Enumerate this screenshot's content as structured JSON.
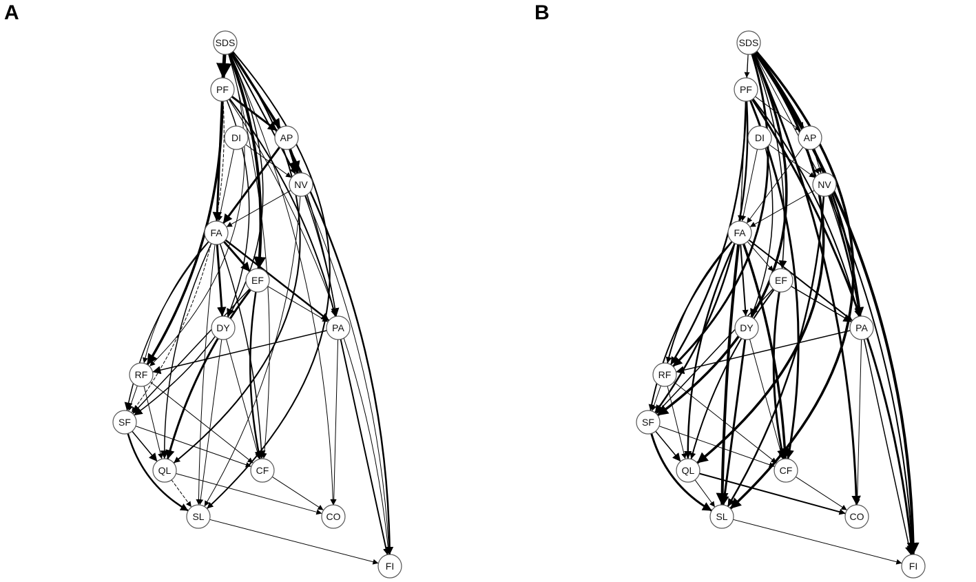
{
  "panels": [
    {
      "id": "A",
      "label": "A",
      "nodes": [
        "SDS",
        "PF",
        "DI",
        "AP",
        "NV",
        "FA",
        "EF",
        "DY",
        "PA",
        "RF",
        "SF",
        "QL",
        "CF",
        "SL",
        "CO",
        "FI"
      ],
      "edges": [
        {
          "from": "SDS",
          "to": "PF",
          "w": 5
        },
        {
          "from": "SDS",
          "to": "AP",
          "w": 3
        },
        {
          "from": "SDS",
          "to": "NV",
          "w": 2
        },
        {
          "from": "SDS",
          "to": "FA",
          "w": 2
        },
        {
          "from": "SDS",
          "to": "EF",
          "w": 4
        },
        {
          "from": "SDS",
          "to": "RF",
          "w": 1
        },
        {
          "from": "SDS",
          "to": "SF",
          "w": 1.5
        },
        {
          "from": "SDS",
          "to": "QL",
          "w": 2
        },
        {
          "from": "SDS",
          "to": "SL",
          "w": 2
        },
        {
          "from": "SDS",
          "to": "CO",
          "w": 1
        },
        {
          "from": "SDS",
          "to": "FI",
          "w": 2.5
        },
        {
          "from": "SDS",
          "to": "CF",
          "w": 1
        },
        {
          "from": "PF",
          "to": "AP",
          "w": 3
        },
        {
          "from": "PF",
          "to": "FA",
          "w": 3
        },
        {
          "from": "PF",
          "to": "RF",
          "w": 3.5
        },
        {
          "from": "PF",
          "to": "DY",
          "w": 1.5
        },
        {
          "from": "PF",
          "to": "SF",
          "w": 1,
          "dashed": true
        },
        {
          "from": "PF",
          "to": "PA",
          "w": 2
        },
        {
          "from": "PF",
          "to": "FI",
          "w": 1
        },
        {
          "from": "DI",
          "to": "FA",
          "w": 1
        },
        {
          "from": "DI",
          "to": "NV",
          "w": 1
        },
        {
          "from": "AP",
          "to": "NV",
          "w": 4
        },
        {
          "from": "AP",
          "to": "FA",
          "w": 3
        },
        {
          "from": "AP",
          "to": "PA",
          "w": 1.5
        },
        {
          "from": "NV",
          "to": "FA",
          "w": 1
        },
        {
          "from": "NV",
          "to": "PA",
          "w": 1.5
        },
        {
          "from": "NV",
          "to": "SL",
          "w": 1
        },
        {
          "from": "NV",
          "to": "FI",
          "w": 1
        },
        {
          "from": "FA",
          "to": "EF",
          "w": 3
        },
        {
          "from": "FA",
          "to": "PA",
          "w": 2.5
        },
        {
          "from": "FA",
          "to": "DY",
          "w": 3
        },
        {
          "from": "FA",
          "to": "RF",
          "w": 1
        },
        {
          "from": "FA",
          "to": "SF",
          "w": 1.5
        },
        {
          "from": "FA",
          "to": "QL",
          "w": 1.5
        },
        {
          "from": "FA",
          "to": "CF",
          "w": 1.5
        },
        {
          "from": "FA",
          "to": "SL",
          "w": 1
        },
        {
          "from": "EF",
          "to": "PA",
          "w": 1
        },
        {
          "from": "EF",
          "to": "SF",
          "w": 1.5
        },
        {
          "from": "EF",
          "to": "QL",
          "w": 3
        },
        {
          "from": "EF",
          "to": "CF",
          "w": 2.5
        },
        {
          "from": "DY",
          "to": "CF",
          "w": 1
        },
        {
          "from": "DY",
          "to": "SL",
          "w": 1
        },
        {
          "from": "PA",
          "to": "RF",
          "w": 1.5
        },
        {
          "from": "PA",
          "to": "CO",
          "w": 1
        },
        {
          "from": "PA",
          "to": "FI",
          "w": 2
        },
        {
          "from": "RF",
          "to": "SF",
          "w": 1
        },
        {
          "from": "RF",
          "to": "QL",
          "w": 1
        },
        {
          "from": "RF",
          "to": "CF",
          "w": 1
        },
        {
          "from": "SF",
          "to": "QL",
          "w": 1.5
        },
        {
          "from": "SF",
          "to": "CF",
          "w": 1
        },
        {
          "from": "SF",
          "to": "SL",
          "w": 2.5
        },
        {
          "from": "QL",
          "to": "SL",
          "w": 1,
          "dashed": true
        },
        {
          "from": "QL",
          "to": "CO",
          "w": 1
        },
        {
          "from": "CF",
          "to": "CO",
          "w": 1
        },
        {
          "from": "SL",
          "to": "FI",
          "w": 1
        }
      ]
    },
    {
      "id": "B",
      "label": "B",
      "nodes": [
        "SDS",
        "PF",
        "DI",
        "AP",
        "NV",
        "FA",
        "EF",
        "DY",
        "PA",
        "RF",
        "SF",
        "QL",
        "CF",
        "SL",
        "CO",
        "FI"
      ],
      "edges": [
        {
          "from": "SDS",
          "to": "PF",
          "w": 1
        },
        {
          "from": "SDS",
          "to": "AP",
          "w": 1
        },
        {
          "from": "SDS",
          "to": "NV",
          "w": 1
        },
        {
          "from": "SDS",
          "to": "FA",
          "w": 1
        },
        {
          "from": "SDS",
          "to": "EF",
          "w": 1.5
        },
        {
          "from": "SDS",
          "to": "RF",
          "w": 3
        },
        {
          "from": "SDS",
          "to": "SF",
          "w": 3.5
        },
        {
          "from": "SDS",
          "to": "QL",
          "w": 3.5
        },
        {
          "from": "SDS",
          "to": "SL",
          "w": 3.5
        },
        {
          "from": "SDS",
          "to": "CO",
          "w": 3
        },
        {
          "from": "SDS",
          "to": "FI",
          "w": 4
        },
        {
          "from": "SDS",
          "to": "PA",
          "w": 3
        },
        {
          "from": "PF",
          "to": "AP",
          "w": 1
        },
        {
          "from": "PF",
          "to": "FA",
          "w": 1
        },
        {
          "from": "PF",
          "to": "RF",
          "w": 2.5
        },
        {
          "from": "PF",
          "to": "SF",
          "w": 2.5
        },
        {
          "from": "PF",
          "to": "DY",
          "w": 1.5
        },
        {
          "from": "PF",
          "to": "CF",
          "w": 3
        },
        {
          "from": "PF",
          "to": "PA",
          "w": 2
        },
        {
          "from": "PF",
          "to": "FI",
          "w": 3
        },
        {
          "from": "DI",
          "to": "FA",
          "w": 1
        },
        {
          "from": "DI",
          "to": "NV",
          "w": 1
        },
        {
          "from": "AP",
          "to": "NV",
          "w": 1
        },
        {
          "from": "AP",
          "to": "FA",
          "w": 1
        },
        {
          "from": "AP",
          "to": "PA",
          "w": 2
        },
        {
          "from": "NV",
          "to": "FA",
          "w": 1
        },
        {
          "from": "NV",
          "to": "PA",
          "w": 1.5
        },
        {
          "from": "NV",
          "to": "SL",
          "w": 2.5
        },
        {
          "from": "NV",
          "to": "FI",
          "w": 2
        },
        {
          "from": "FA",
          "to": "EF",
          "w": 1
        },
        {
          "from": "FA",
          "to": "PA",
          "w": 2
        },
        {
          "from": "FA",
          "to": "DY",
          "w": 2
        },
        {
          "from": "FA",
          "to": "RF",
          "w": 2
        },
        {
          "from": "FA",
          "to": "SF",
          "w": 2
        },
        {
          "from": "FA",
          "to": "QL",
          "w": 2.5
        },
        {
          "from": "FA",
          "to": "CF",
          "w": 3.5
        },
        {
          "from": "FA",
          "to": "SL",
          "w": 4
        },
        {
          "from": "EF",
          "to": "PA",
          "w": 1.5
        },
        {
          "from": "EF",
          "to": "SF",
          "w": 1.5
        },
        {
          "from": "EF",
          "to": "QL",
          "w": 2
        },
        {
          "from": "EF",
          "to": "CF",
          "w": 3
        },
        {
          "from": "DY",
          "to": "CF",
          "w": 1
        },
        {
          "from": "DY",
          "to": "SL",
          "w": 3
        },
        {
          "from": "PA",
          "to": "RF",
          "w": 1.5
        },
        {
          "from": "PA",
          "to": "CO",
          "w": 1
        },
        {
          "from": "PA",
          "to": "FI",
          "w": 1.5
        },
        {
          "from": "RF",
          "to": "SF",
          "w": 1
        },
        {
          "from": "RF",
          "to": "QL",
          "w": 1
        },
        {
          "from": "RF",
          "to": "CF",
          "w": 1
        },
        {
          "from": "SF",
          "to": "QL",
          "w": 1.5
        },
        {
          "from": "SF",
          "to": "CF",
          "w": 1
        },
        {
          "from": "SF",
          "to": "SL",
          "w": 3
        },
        {
          "from": "QL",
          "to": "SL",
          "w": 1
        },
        {
          "from": "QL",
          "to": "CO",
          "w": 2
        },
        {
          "from": "CF",
          "to": "CO",
          "w": 1
        },
        {
          "from": "SL",
          "to": "FI",
          "w": 1
        }
      ]
    }
  ]
}
